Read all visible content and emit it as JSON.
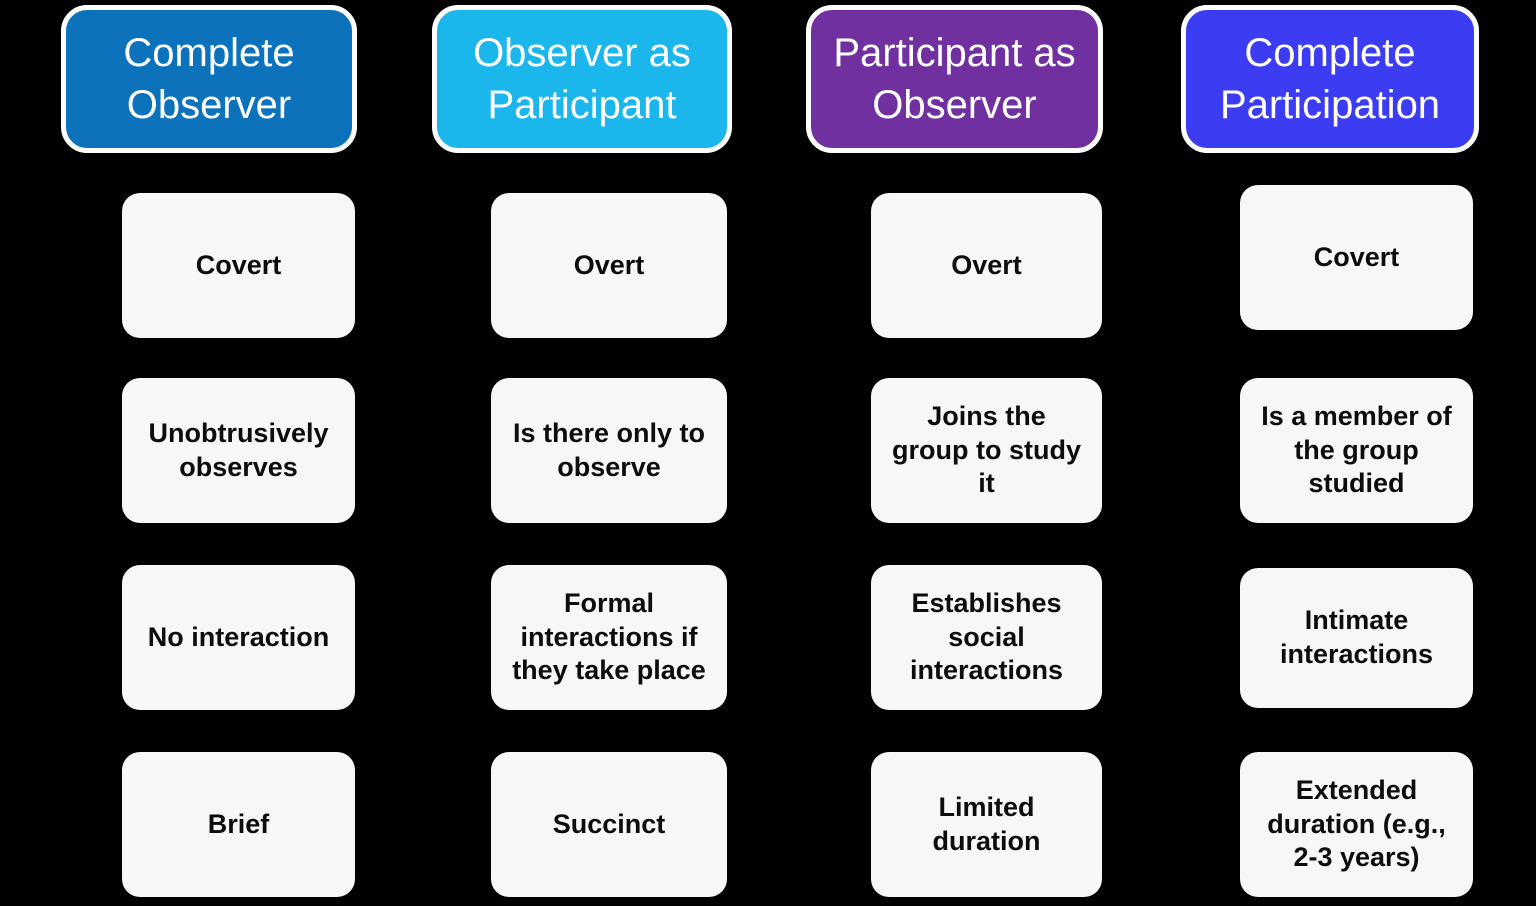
{
  "background_color": "#000000",
  "cell_color": "#f7f7f7",
  "cell_text_color": "#0d0d0d",
  "header_text_color": "#ffffff",
  "columns": [
    {
      "id": "complete-observer",
      "header": {
        "label": "Complete Observer",
        "color": "#0C72BC"
      },
      "cells": [
        "Covert",
        "Unobtrusively observes",
        "No interaction",
        "Brief"
      ]
    },
    {
      "id": "observer-as-participant",
      "header": {
        "label": "Observer as Participant",
        "color": "#1AB6EC"
      },
      "cells": [
        "Overt",
        "Is there only to observe",
        "Formal interactions if they take place",
        "Succinct"
      ]
    },
    {
      "id": "participant-as-observer",
      "header": {
        "label": "Participant as Observer",
        "color": "#7030A0"
      },
      "cells": [
        "Overt",
        "Joins the group to study it",
        "Establishes social interactions",
        "Limited duration"
      ]
    },
    {
      "id": "complete-participation",
      "header": {
        "label": "Complete Participation",
        "color": "#3C3DF2"
      },
      "cells": [
        "Covert",
        "Is a member of the group studied",
        "Intimate interactions",
        "Extended duration (e.g., 2-3 years)"
      ]
    }
  ]
}
